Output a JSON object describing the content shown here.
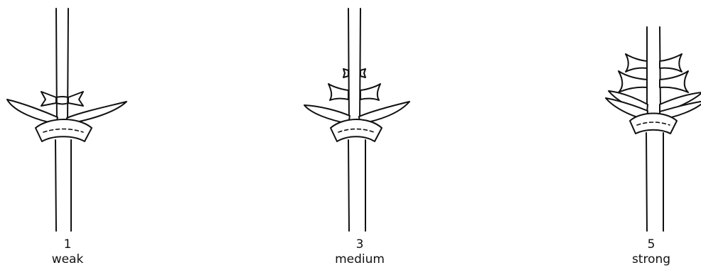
{
  "figures": [
    {
      "score": "1",
      "label": "weak"
    },
    {
      "score": "3",
      "label": "medium"
    },
    {
      "score": "5",
      "label": "strong"
    }
  ]
}
